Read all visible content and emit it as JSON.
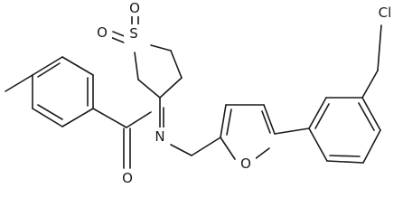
{
  "atoms": {
    "chlorine": "Cl",
    "sulfur": "S",
    "sulfonyl_oxygen_upper": "O",
    "sulfonyl_oxygen_left": "O",
    "amide_nitrogen": "N",
    "furan_oxygen": "O",
    "carbonyl_oxygen": "O"
  }
}
